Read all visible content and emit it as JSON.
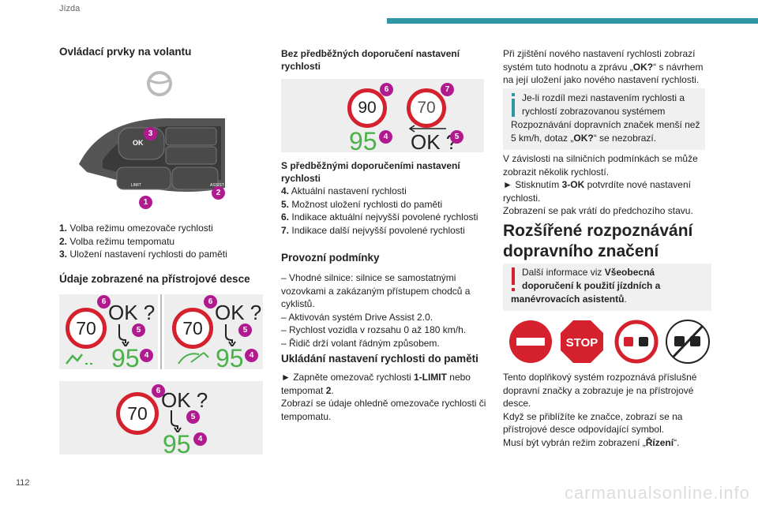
{
  "header": {
    "section": "Jízda"
  },
  "page_number": "112",
  "watermark": "carmanualsonline.info",
  "col1": {
    "title": "Ovládací prvky na volantu",
    "controls": {
      "ok": "OK",
      "limit": "LIMIT",
      "assist": "ASSIST"
    },
    "list": [
      {
        "n": "1.",
        "t": "Volba režimu omezovače rychlosti"
      },
      {
        "n": "2.",
        "t": "Volba režimu tempomatu"
      },
      {
        "n": "3.",
        "t": "Uložení nastavení rychlosti do paměti"
      }
    ],
    "title2": "Údaje zobrazené na přístrojové desce",
    "disp_a": {
      "sign": "70",
      "ok": "OK ?",
      "green": "95"
    },
    "disp_b": {
      "sign": "70",
      "ok": "OK ?",
      "green": "95"
    },
    "disp_c": {
      "sign": "70",
      "ok": "OK ?",
      "green": "95"
    }
  },
  "col2": {
    "heading1": "Bez předběžných doporučení nastavení rychlosti",
    "disp": {
      "sign1": "90",
      "sign2": "70",
      "green": "95",
      "ok": "OK ?"
    },
    "heading2": "S předběžnými doporučeními nastavení rychlosti",
    "list": [
      {
        "n": "4.",
        "t": "Aktuální nastavení rychlosti"
      },
      {
        "n": "5.",
        "t": "Možnost uložení rychlosti do paměti"
      },
      {
        "n": "6.",
        "t": "Indikace aktuální nejvyšší povolené rychlosti"
      },
      {
        "n": "7.",
        "t": "Indikace další nejvyšší povolené rychlosti"
      }
    ],
    "title3": "Provozní podmínky",
    "conditions": [
      "– Vhodné silnice: silnice se samostatnými vozovkami a zakázaným přístupem chodců a cyklistů.",
      "– Aktivován systém Drive Assist 2.0.",
      "– Rychlost vozidla v rozsahu 0 až 180 km/h.",
      "– Řidič drží volant řádným způsobem."
    ],
    "title4": "Ukládání nastavení rychlosti do paměti",
    "p1a": "► Zapněte omezovač rychlosti ",
    "p1b": "1-LIMIT",
    "p1c": " nebo tempomat ",
    "p1d": "2",
    "p1e": ".",
    "p2": "Zobrazí se údaje ohledně omezovače rychlosti či tempomatu."
  },
  "col3": {
    "p1a": "Při zjištění nového nastavení rychlosti zobrazí systém tuto hodnotu a zprávu „",
    "p1b": "OK?",
    "p1c": "“ s návrhem na její uložení jako nového nastavení rychlosti.",
    "info_a": "Je-li rozdíl mezi nastavením rychlosti a rychlostí zobrazovanou systémem Rozpoznávání dopravních značek menší než 5 km/h, dotaz „",
    "info_b": "OK?",
    "info_c": "“ se nezobrazí.",
    "p2": "V závislosti na silničních podmínkách se může zobrazit několik rychlostí.",
    "p3a": "► Stisknutím ",
    "p3b": "3-OK",
    "p3c": " potvrdíte nové nastavení rychlosti.",
    "p4": "Zobrazení se pak vrátí do předchozího stavu.",
    "title": "Rozšířené rozpoznávání dopravního značení",
    "warn_a": "Další informace viz ",
    "warn_b": "Všeobecná doporučení k použití jízdních a manévrovacích asistentů",
    "warn_c": ".",
    "stop": "STOP",
    "p5": "Tento doplňkový systém rozpoznává příslušné dopravní značky a zobrazuje je na přístrojové desce.",
    "p6": "Když se přiblížíte ke značce, zobrazí se na přístrojové desce odpovídající symbol.",
    "p7a": "Musí být vybrán režim zobrazení „",
    "p7b": "Řízení",
    "p7c": "“."
  },
  "badges": [
    "1",
    "2",
    "3",
    "4",
    "5",
    "6",
    "7"
  ],
  "colors": {
    "accent": "#2f96a3",
    "badge": "#b11a8f",
    "sign_red": "#d5212d",
    "green": "#4bb24b",
    "info": "#2f96a3",
    "warn": "#d5212d"
  }
}
